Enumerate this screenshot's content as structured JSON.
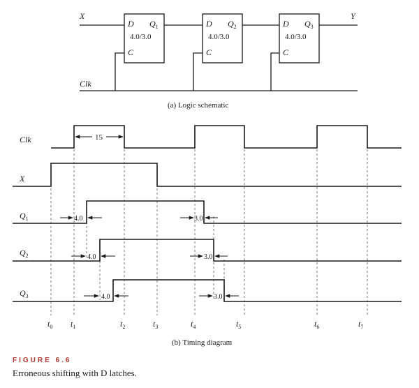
{
  "schematic": {
    "input_label": "X",
    "output_label": "Y",
    "clock_label": "Clk",
    "latches": [
      {
        "d_label": "D",
        "c_label": "C",
        "q_label": "Q",
        "q_sub": "1",
        "delay_text": "4.0/3.0"
      },
      {
        "d_label": "D",
        "c_label": "C",
        "q_label": "Q",
        "q_sub": "2",
        "delay_text": "4.0/3.0"
      },
      {
        "d_label": "D",
        "c_label": "C",
        "q_label": "Q",
        "q_sub": "3",
        "delay_text": "4.0/3.0"
      }
    ],
    "caption": "(a)  Logic schematic"
  },
  "timing": {
    "caption": "(b)  Timing diagram",
    "clk_pulse_width_label": "15",
    "signals": [
      {
        "label": "Clk",
        "sub": ""
      },
      {
        "label": "X",
        "sub": ""
      },
      {
        "label": "Q",
        "sub": "1"
      },
      {
        "label": "Q",
        "sub": "2"
      },
      {
        "label": "Q",
        "sub": "3"
      }
    ],
    "delay_labels": {
      "q1_rise": "4.0",
      "q1_fall": "3.0",
      "q2_rise": "4.0",
      "q2_fall": "3.0",
      "q3_rise": "4.0",
      "q3_fall": "3.0"
    },
    "time_markers": [
      {
        "base": "t",
        "sub": "0"
      },
      {
        "base": "t",
        "sub": "1"
      },
      {
        "base": "t",
        "sub": "2"
      },
      {
        "base": "t",
        "sub": "3"
      },
      {
        "base": "t",
        "sub": "4"
      },
      {
        "base": "t",
        "sub": "5"
      },
      {
        "base": "t",
        "sub": "6"
      },
      {
        "base": "t",
        "sub": "7"
      }
    ]
  },
  "figure": {
    "label": "FIGURE 6.6",
    "caption": "Erroneous shifting with D latches."
  }
}
